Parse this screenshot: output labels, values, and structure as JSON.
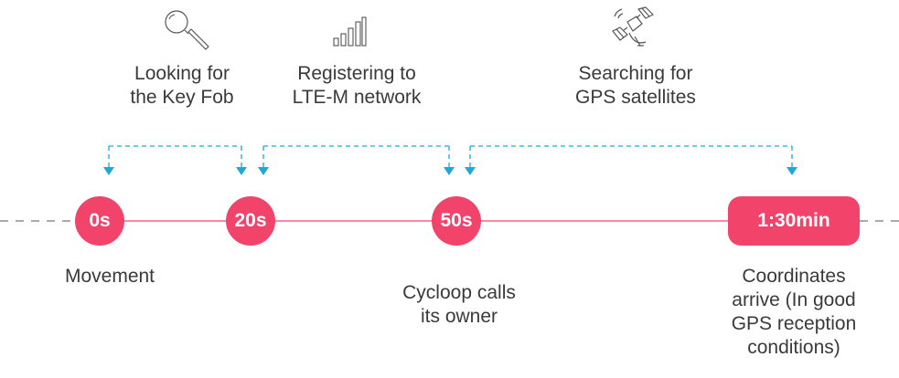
{
  "colors": {
    "accent": "#f2436b",
    "connector": "#1ea7dc",
    "text": "#3a3a3a",
    "icon_stroke": "#555555"
  },
  "timeline": {
    "nodes": [
      {
        "label": "0s"
      },
      {
        "label": "20s"
      },
      {
        "label": "50s"
      },
      {
        "label": "1:30min"
      }
    ]
  },
  "phases": [
    {
      "icon": "magnifier-icon",
      "label": "Looking for\nthe Key Fob"
    },
    {
      "icon": "signal-bars-icon",
      "label": "Registering to\nLTE-M network"
    },
    {
      "icon": "satellite-icon",
      "label": "Searching for\nGPS satellites"
    }
  ],
  "events": [
    {
      "label": "Movement"
    },
    {
      "label": "Cycloop calls\nits owner"
    },
    {
      "label": "Coordinates\narrive (In good\nGPS reception\nconditions)"
    }
  ]
}
